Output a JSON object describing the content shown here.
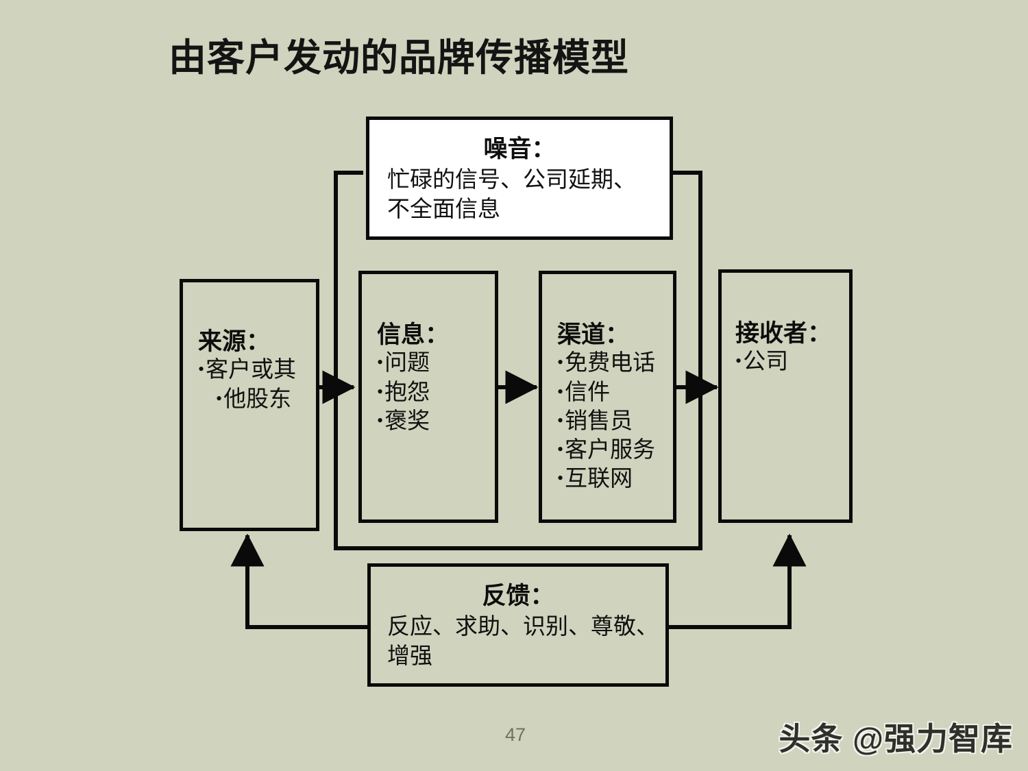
{
  "page": {
    "title": "由客户发动的品牌传播模型",
    "background_color": "#d0d3bd",
    "line_color": "#0a0a0a",
    "page_number": "47",
    "watermark": "头条 @强力智库"
  },
  "boxes": {
    "noise": {
      "title": "噪音：",
      "lines": [
        "忙碌的信号、公司延期、",
        "不全面信息"
      ],
      "fill": "#ffffff"
    },
    "source": {
      "title": "来源：",
      "bullets": [
        "客户或其",
        "他股东"
      ]
    },
    "message": {
      "title": "信息：",
      "bullets": [
        "问题",
        "抱怨",
        "褒奖"
      ]
    },
    "channel": {
      "title": "渠道：",
      "bullets": [
        "免费电话",
        "信件",
        "销售员",
        "客户服务",
        "互联网"
      ]
    },
    "receiver": {
      "title": "接收者：",
      "bullets": [
        "公司"
      ]
    },
    "feedback": {
      "title": "反馈：",
      "lines": [
        "反应、求助、识别、尊敬、",
        "增强"
      ],
      "fill": "#d0d3bd"
    }
  },
  "connectors": [
    {
      "name": "source-to-message",
      "label": ""
    },
    {
      "name": "message-to-channel",
      "label": ""
    },
    {
      "name": "channel-to-receiver",
      "label": ""
    },
    {
      "name": "noise-loop-left",
      "label": ""
    },
    {
      "name": "noise-loop-right",
      "label": ""
    },
    {
      "name": "feedback-to-source",
      "label": ""
    },
    {
      "name": "feedback-to-receiver",
      "label": ""
    }
  ]
}
